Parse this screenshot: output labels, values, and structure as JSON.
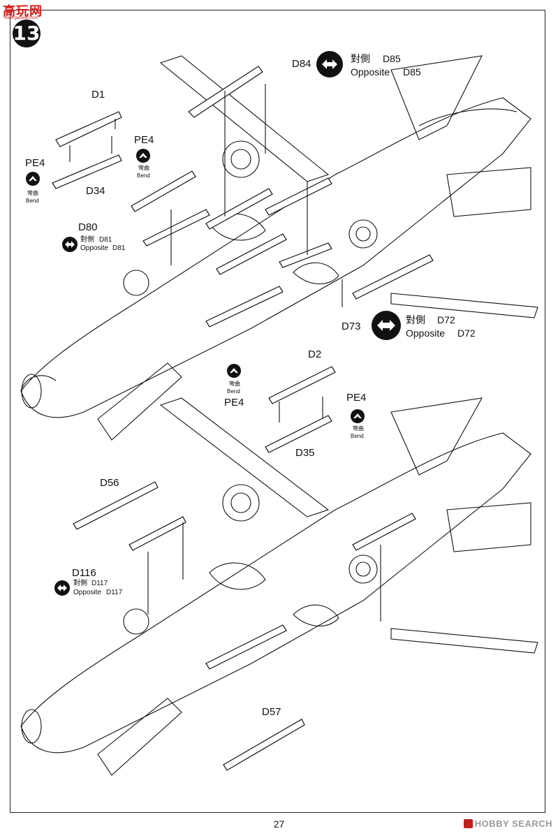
{
  "watermark": {
    "text": "高玩网",
    "sub": "www.gaowan.com"
  },
  "step": {
    "number": "13"
  },
  "icons": {
    "opposite": "double-arrow-icon",
    "bend": "chevron-up-bend-icon"
  },
  "labels": {
    "d84": "D84",
    "d85_zh": "對側",
    "d85_part": "D85",
    "d85_en": "Opposite",
    "d85_part2": "D85",
    "d1": "D1",
    "pe4_a": "PE4",
    "bend_zh_a": "彎曲",
    "bend_en_a": "Bend",
    "pe4_b": "PE4",
    "bend_zh_b": "彎曲",
    "bend_en_b": "Bend",
    "d34": "D34",
    "d80": "D80",
    "d81_zh": "對側",
    "d81_part": "D81",
    "d81_en": "Opposite",
    "d81_part2": "D81",
    "d73": "D73",
    "d72_zh": "對側",
    "d72_part": "D72",
    "d72_en": "Opposite",
    "d72_part2": "D72",
    "d2": "D2",
    "bend_zh_c": "彎曲",
    "bend_en_c": "Bend",
    "pe4_c": "PE4",
    "pe4_d": "PE4",
    "bend_zh_d": "彎曲",
    "bend_en_d": "Bend",
    "d35": "D35",
    "d56": "D56",
    "d116": "D116",
    "d117_zh": "對側",
    "d117_part": "D117",
    "d117_en": "Opposite",
    "d117_part2": "D117",
    "d57": "D57"
  },
  "footer": {
    "page": "27",
    "logo": "HOBBY SEARCH"
  }
}
